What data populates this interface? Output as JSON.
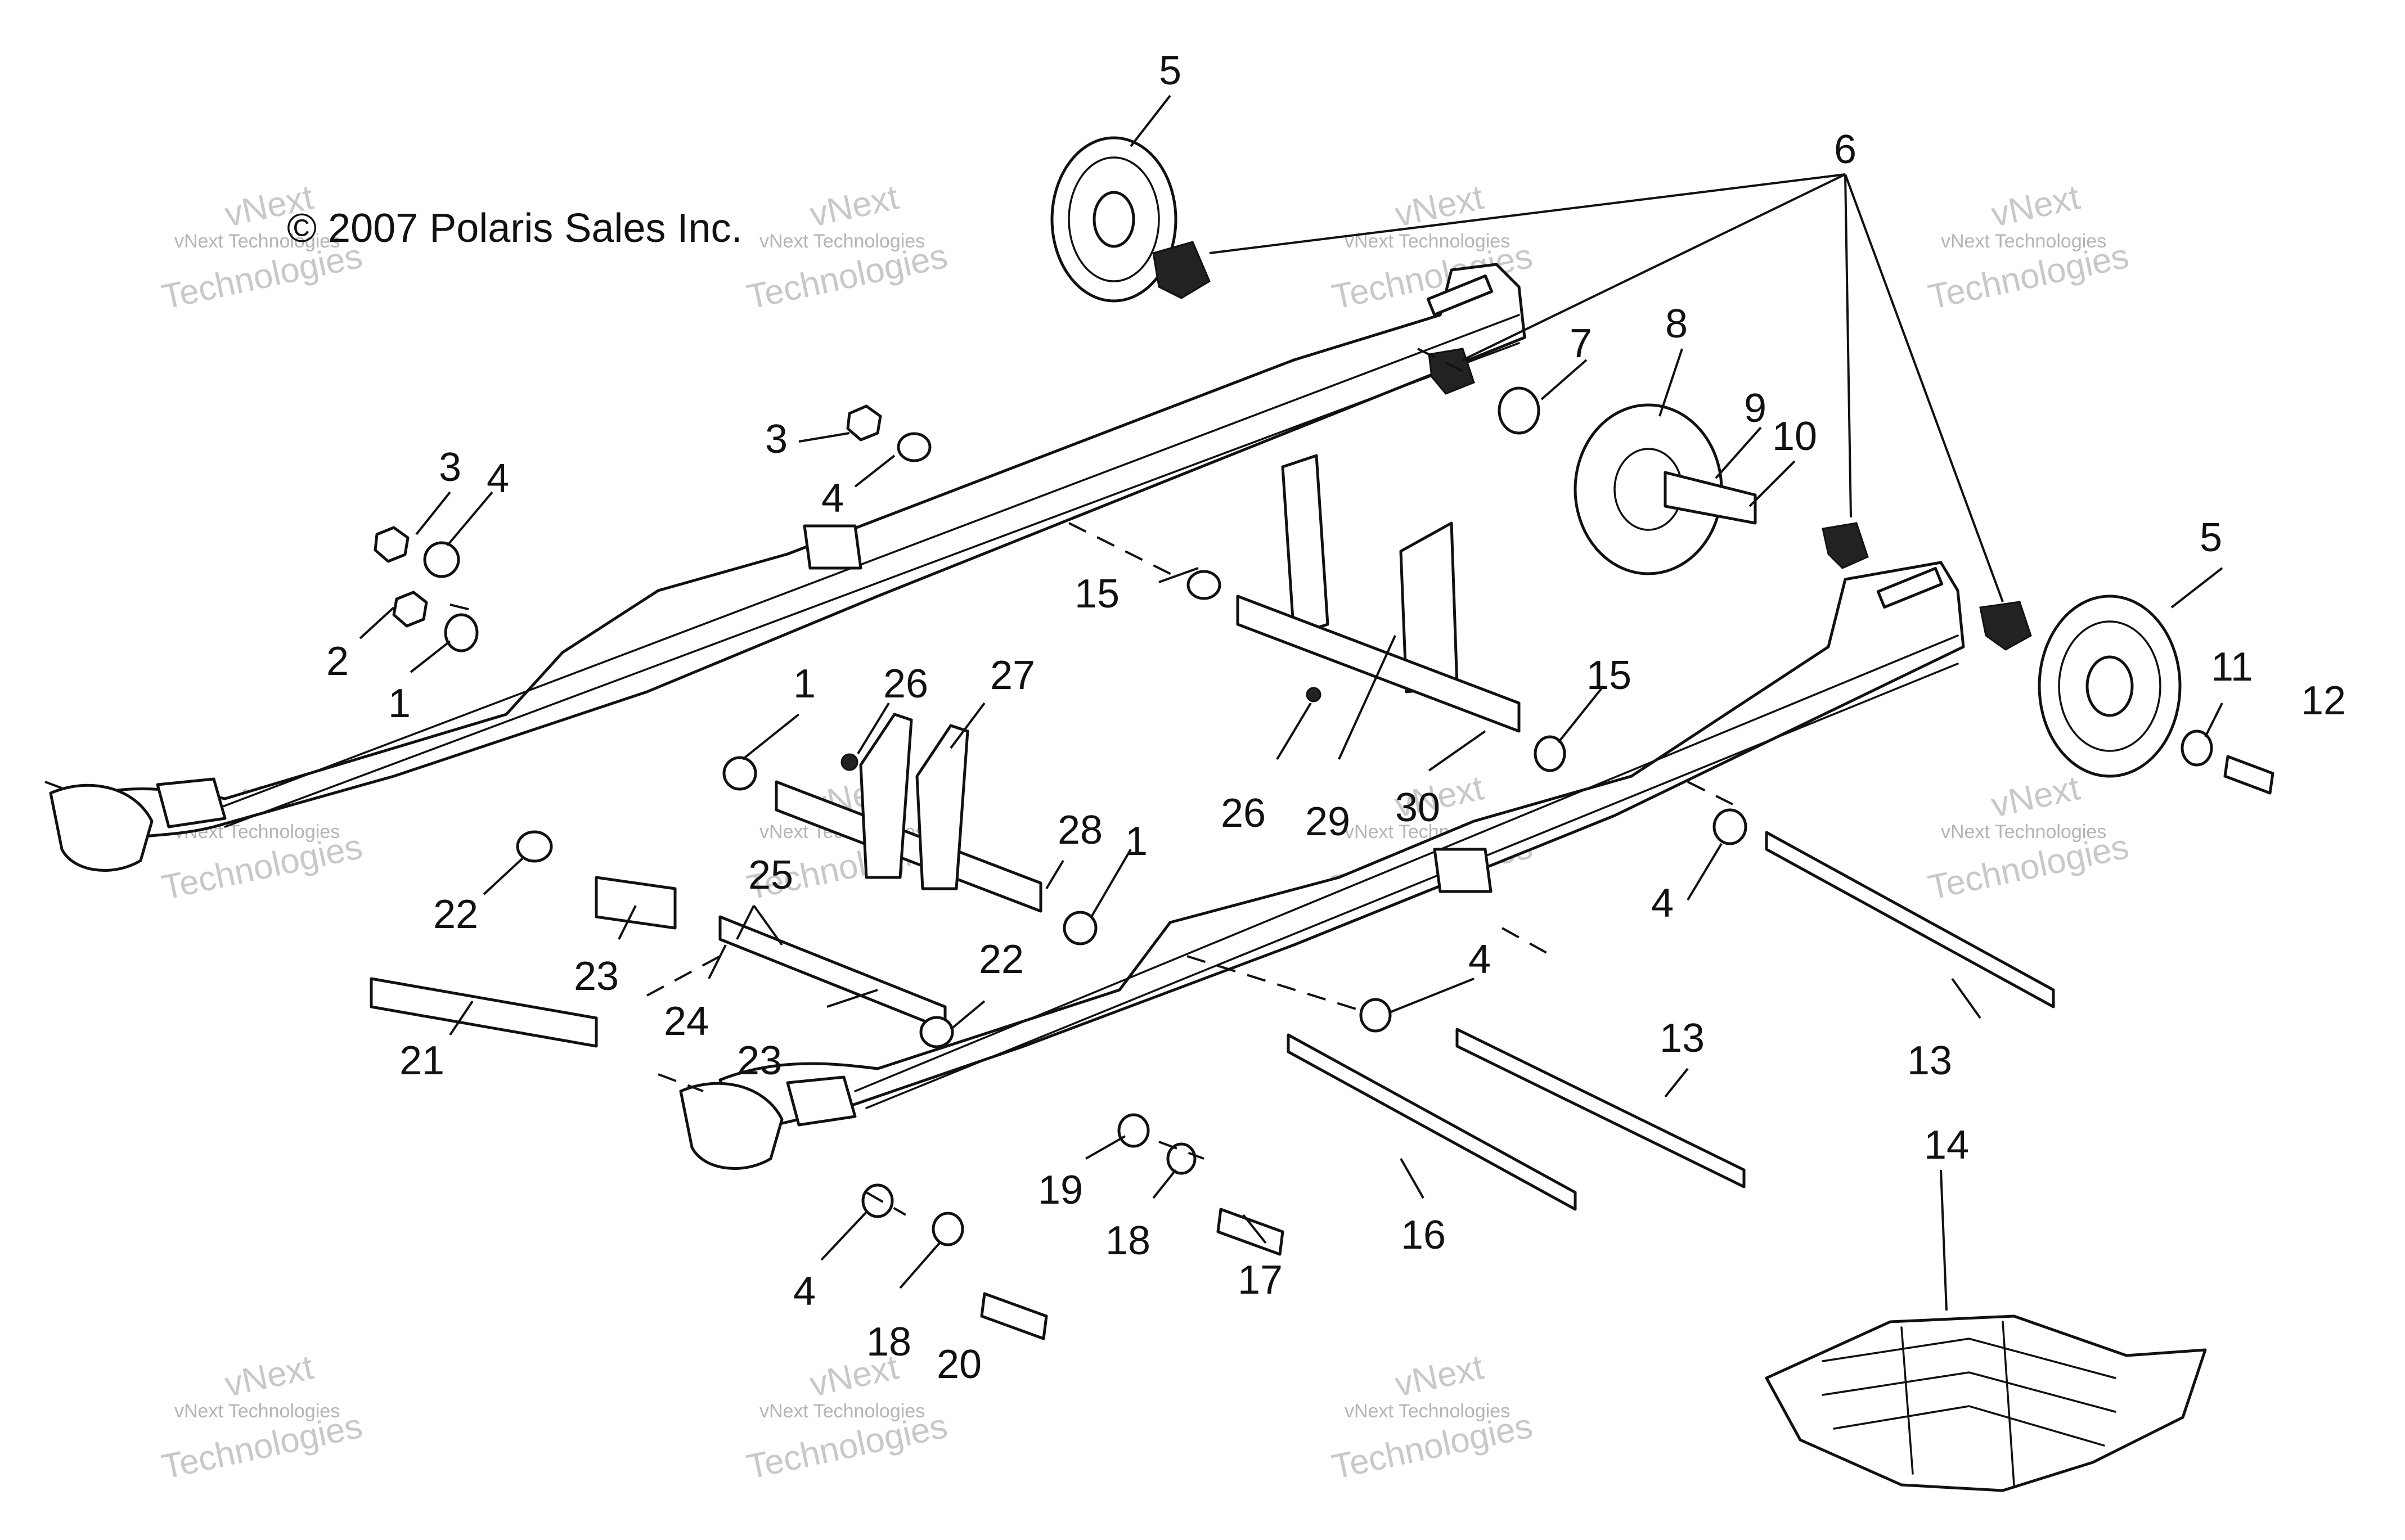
{
  "copyright": "© 2007 Polaris Sales Inc.",
  "watermark": {
    "brand": "vNext",
    "text": "vNext Technologies",
    "word": "Technologies"
  },
  "callouts": [
    "1",
    "1",
    "1",
    "2",
    "3",
    "3",
    "4",
    "4",
    "4",
    "4",
    "4",
    "5",
    "5",
    "6",
    "7",
    "8",
    "9",
    "10",
    "11",
    "12",
    "13",
    "13",
    "14",
    "15",
    "15",
    "16",
    "17",
    "18",
    "18",
    "19",
    "20",
    "21",
    "22",
    "22",
    "23",
    "23",
    "24",
    "25",
    "26",
    "26",
    "27",
    "28",
    "29",
    "30"
  ]
}
